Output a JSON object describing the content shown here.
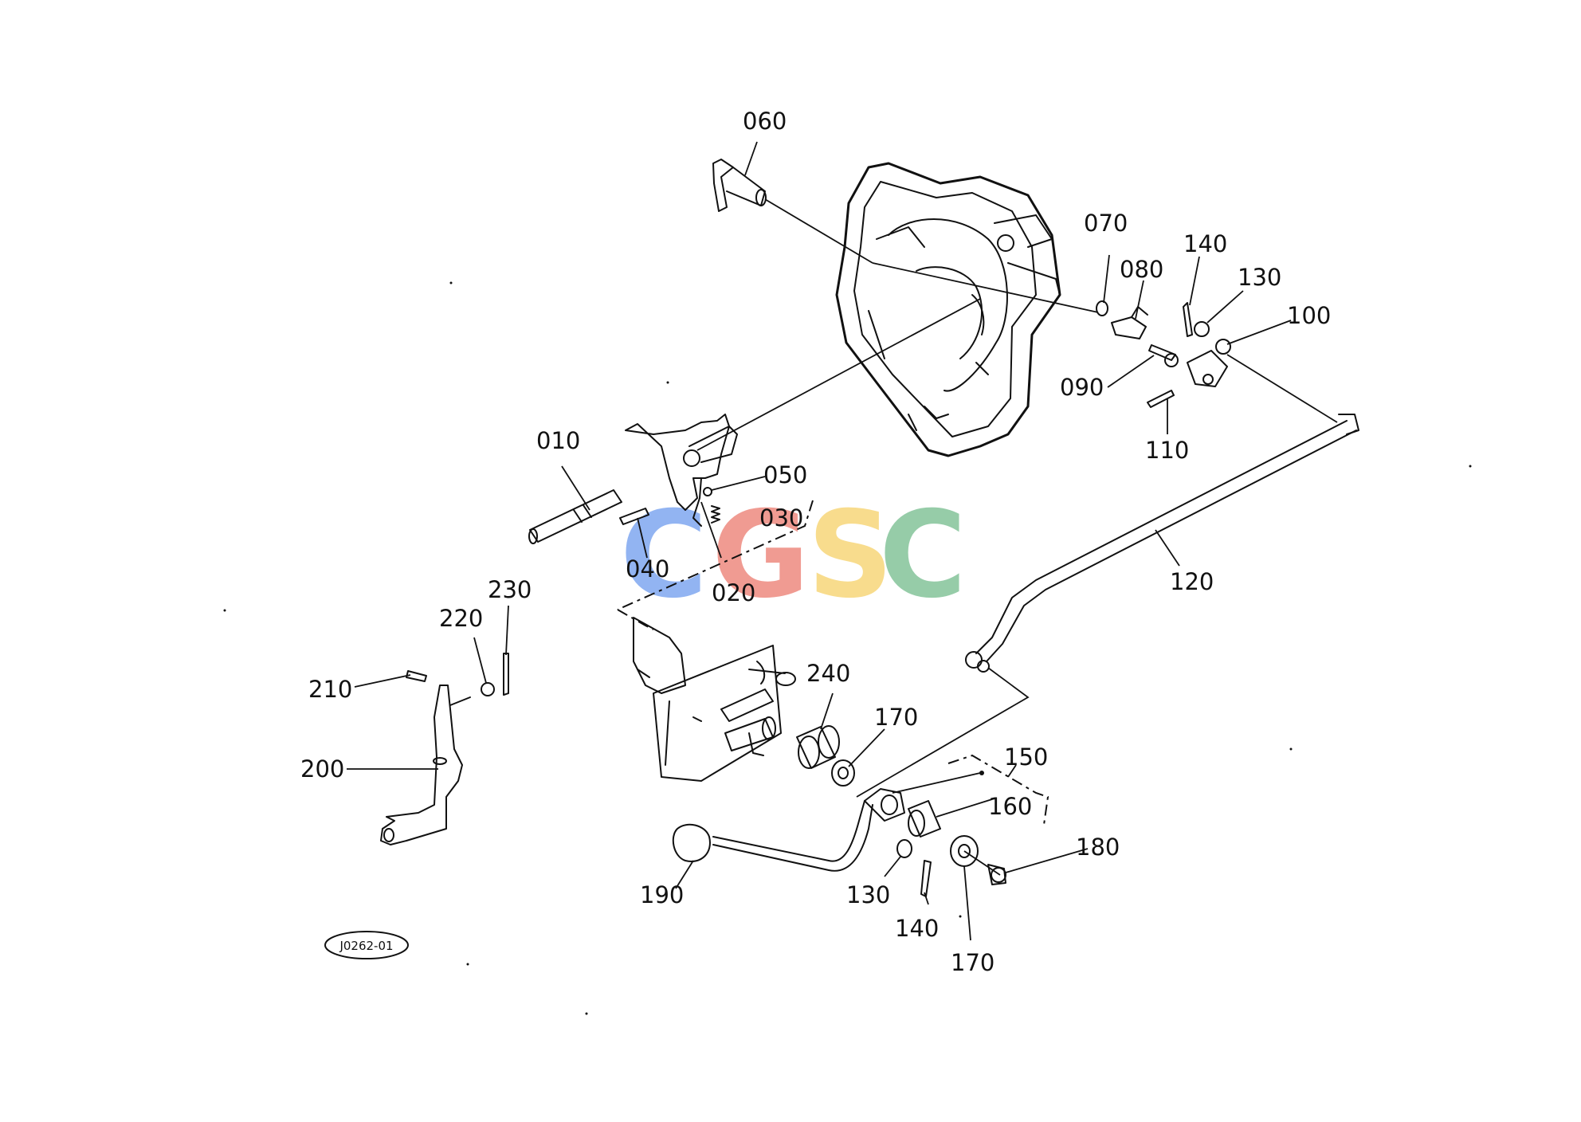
{
  "diagram": {
    "callouts": [
      {
        "id": "c060",
        "text": "060"
      },
      {
        "id": "c070",
        "text": "070"
      },
      {
        "id": "c080",
        "text": "080"
      },
      {
        "id": "c140a",
        "text": "140"
      },
      {
        "id": "c130a",
        "text": "130"
      },
      {
        "id": "c100",
        "text": "100"
      },
      {
        "id": "c090",
        "text": "090"
      },
      {
        "id": "c110",
        "text": "110"
      },
      {
        "id": "c010",
        "text": "010"
      },
      {
        "id": "c050",
        "text": "050"
      },
      {
        "id": "c030",
        "text": "030"
      },
      {
        "id": "c040",
        "text": "040"
      },
      {
        "id": "c020",
        "text": "020"
      },
      {
        "id": "c120",
        "text": "120"
      },
      {
        "id": "c230",
        "text": "230"
      },
      {
        "id": "c220",
        "text": "220"
      },
      {
        "id": "c210",
        "text": "210"
      },
      {
        "id": "c200",
        "text": "200"
      },
      {
        "id": "c240",
        "text": "240"
      },
      {
        "id": "c170a",
        "text": "170"
      },
      {
        "id": "c150",
        "text": "150"
      },
      {
        "id": "c160",
        "text": "160"
      },
      {
        "id": "c180",
        "text": "180"
      },
      {
        "id": "c190",
        "text": "190"
      },
      {
        "id": "c130b",
        "text": "130"
      },
      {
        "id": "c140b",
        "text": "140"
      },
      {
        "id": "c170b",
        "text": "170"
      }
    ],
    "figure_code": "J0262-01",
    "watermark": {
      "letters": [
        "C",
        "G",
        "S",
        "C"
      ],
      "colors": [
        "#7fa7f0",
        "#ee8a80",
        "#f7d77a",
        "#84c49a"
      ]
    },
    "line_color": "#111111"
  }
}
